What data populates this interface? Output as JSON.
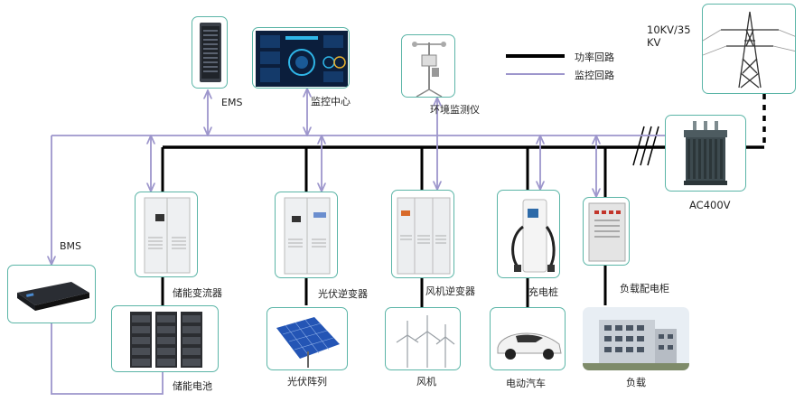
{
  "legend": {
    "power_loop": "功率回路",
    "monitor_loop": "监控回路"
  },
  "colors": {
    "power_line": "#000000",
    "monitor_line": "#9d96cc",
    "box_border": "#5bb5a7"
  },
  "nodes": {
    "ems": "EMS",
    "monitor_center": "监控中心",
    "env_monitor": "环境监测仪",
    "grid": "10KV/35KV",
    "transformer": "AC400V",
    "bms": "BMS",
    "storage_converter": "储能变流器",
    "storage_battery": "储能电池",
    "pv_inverter": "光伏逆变器",
    "pv_array": "光伏阵列",
    "wind_inverter": "风机逆变器",
    "wind_turbine": "风机",
    "charging_pile": "充电桩",
    "ev": "电动汽车",
    "load_cabinet": "负载配电柜",
    "load": "负载"
  },
  "icons": [
    "server-rack-icon",
    "dashboard-screen-icon",
    "weather-station-icon",
    "transmission-tower-icon",
    "transformer-icon",
    "bms-device-icon",
    "converter-cabinet-icon",
    "battery-rack-icon",
    "inverter-cabinet-icon",
    "solar-panel-icon",
    "wind-inverter-icon",
    "wind-turbine-icon",
    "charging-pile-icon",
    "electric-car-icon",
    "distribution-cabinet-icon",
    "building-icon"
  ]
}
